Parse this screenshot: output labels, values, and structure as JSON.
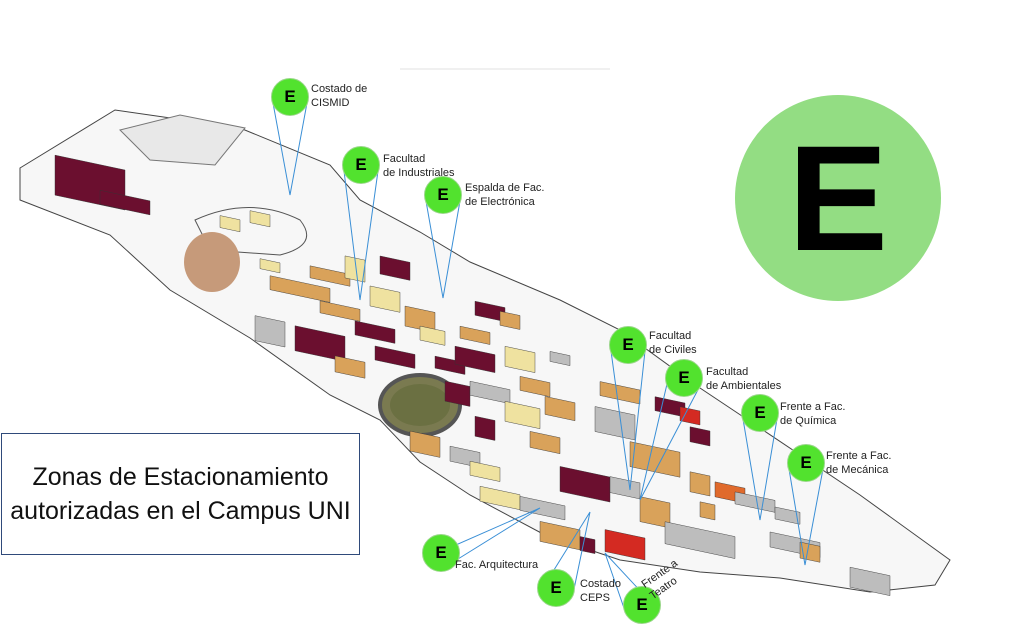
{
  "title": "Zonas de Estacionamiento autorizadas en el Campus UNI",
  "legend_symbol": "E",
  "colors": {
    "marker": "#52e22e",
    "legend_circle": "#93dd83",
    "pin_line": "#3a8fd6",
    "border": "#2f4a7a"
  },
  "markers": [
    {
      "symbol": "E",
      "label_lines": [
        "Costado de",
        "CISMID"
      ]
    },
    {
      "symbol": "E",
      "label_lines": [
        "Facultad",
        "de Industriales"
      ]
    },
    {
      "symbol": "E",
      "label_lines": [
        "Espalda de Fac.",
        "de Electrónica"
      ]
    },
    {
      "symbol": "E",
      "label_lines": [
        "Facultad",
        "de Civiles"
      ]
    },
    {
      "symbol": "E",
      "label_lines": [
        "Facultad",
        "de Ambientales"
      ]
    },
    {
      "symbol": "E",
      "label_lines": [
        "Frente a Fac.",
        "de Química"
      ]
    },
    {
      "symbol": "E",
      "label_lines": [
        "Frente a Fac.",
        "de Mecánica"
      ]
    },
    {
      "symbol": "E",
      "label_lines": [
        "Fac. Arquitectura"
      ]
    },
    {
      "symbol": "E",
      "label_lines": [
        "Costado",
        "CEPS"
      ]
    },
    {
      "symbol": "E",
      "label_lines": [
        "Frente a",
        "Teatro"
      ]
    }
  ]
}
